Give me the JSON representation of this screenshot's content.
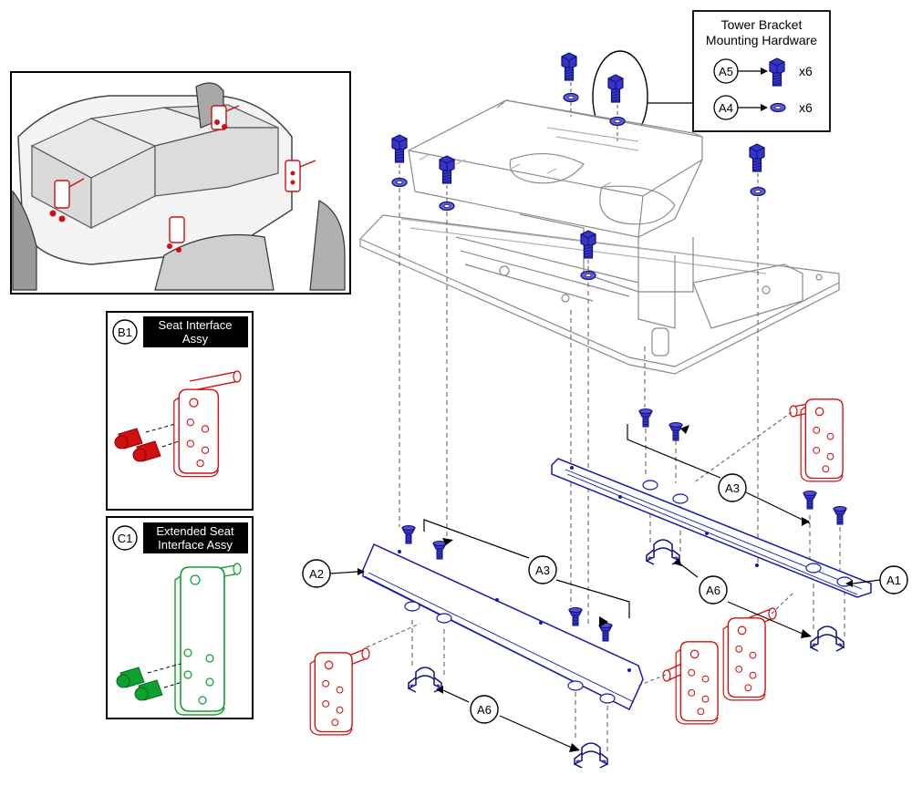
{
  "callouts": {
    "A1": "A1",
    "A2": "A2",
    "A3": "A3",
    "A4": "A4",
    "A5": "A5",
    "A6": "A6",
    "B1": "B1",
    "C1": "C1"
  },
  "hardware_box": {
    "title_line1": "Tower Bracket",
    "title_line2": "Mounting Hardware",
    "a5_qty": "x6",
    "a4_qty": "x6"
  },
  "b1_panel": {
    "label_line1": "Seat Interface",
    "label_line2": "Assy"
  },
  "c1_panel": {
    "label_line1": "Extended Seat",
    "label_line2": "Interface Assy"
  },
  "colors": {
    "hardware": "#1a1aa8",
    "seat_interface": "#d01010",
    "extended_seat_interface": "#10a030",
    "line": "#000000",
    "label_bg": "#000000"
  },
  "icons": {
    "bolt": "hex-bolt-icon",
    "washer": "washer-icon",
    "screw": "flat-head-screw-icon",
    "clamp": "clamp-icon"
  }
}
